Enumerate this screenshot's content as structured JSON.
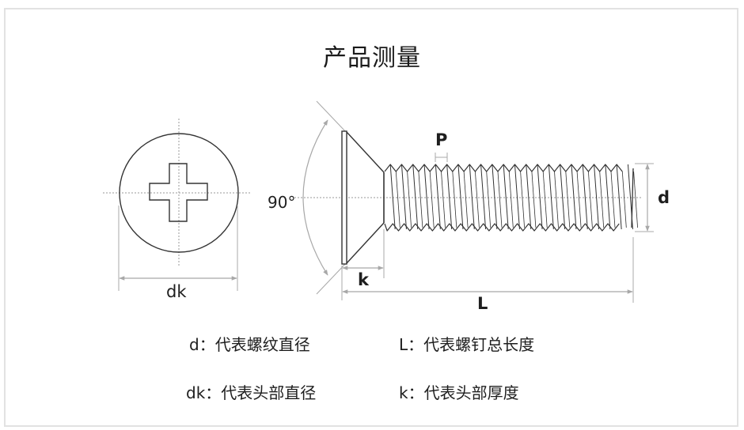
{
  "title": "产品测量",
  "dimensions": {
    "angle": "90°",
    "pitch": "P",
    "thread_diameter": "d",
    "head_diameter": "dk",
    "head_thickness": "k",
    "length": "L"
  },
  "legend": [
    {
      "symbol": "d",
      "separator": "：",
      "text": "代表螺纹直径"
    },
    {
      "symbol": "L",
      "separator": "：",
      "text": "代表螺钉总长度"
    },
    {
      "symbol": "dk",
      "separator": "：",
      "text": "代表头部直径"
    },
    {
      "symbol": "k",
      "separator": "：",
      "text": "代表头部厚度"
    }
  ],
  "colors": {
    "line": "#333333",
    "dimension": "#a8a8a8",
    "centerline": "#9a9a9a",
    "frame": "#e2e2e2"
  }
}
